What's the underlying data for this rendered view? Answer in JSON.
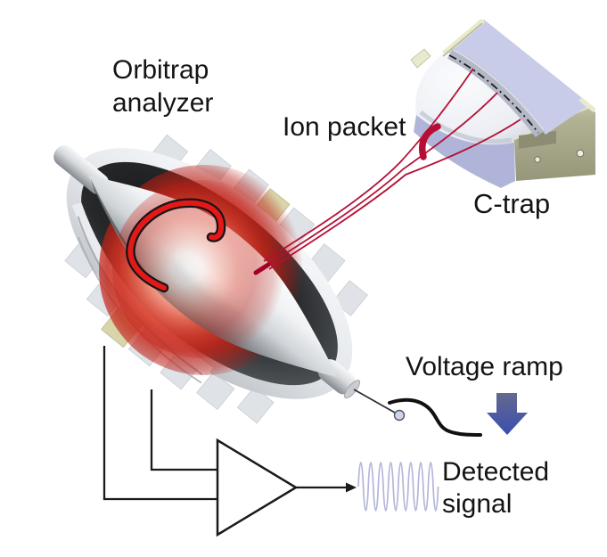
{
  "diagram": {
    "labels": {
      "orbitrap_line1": "Orbitrap",
      "orbitrap_line2": "analyzer",
      "ion_packet": "Ion packet",
      "c_trap": "C-trap",
      "voltage_ramp": "Voltage ramp",
      "detected_line1": "Detected",
      "detected_line2": "signal"
    },
    "icons": {
      "rotation_arrow": "circular-red-arrow",
      "ion_packet_marker": "red-arc-segment",
      "voltage_ramp_curve": "black-s-curve",
      "voltage_down_arrow": "blue-block-down-arrow",
      "amplifier": "triangle-amplifier-symbol",
      "signal_waveform": "sine-wave",
      "detector_terminal": "ball-terminal"
    },
    "colors": {
      "background": "#ffffff",
      "text": "#141414",
      "trajectory_red": "#b50f35",
      "rotation_arrow_red": "#e41818",
      "ion_glow_red": "#c62418",
      "ctrap_top": "#c8cce9",
      "ctrap_side": "#b0b4d8",
      "ctrap_khaki": "#a6a688",
      "ctrap_rim": "#e9e9cd",
      "wire": "#1a1a1a",
      "arrow_blue_top": "#646a8e",
      "arrow_blue_bottom": "#3a4db1",
      "signal_wave": "#b3b6d9"
    }
  }
}
